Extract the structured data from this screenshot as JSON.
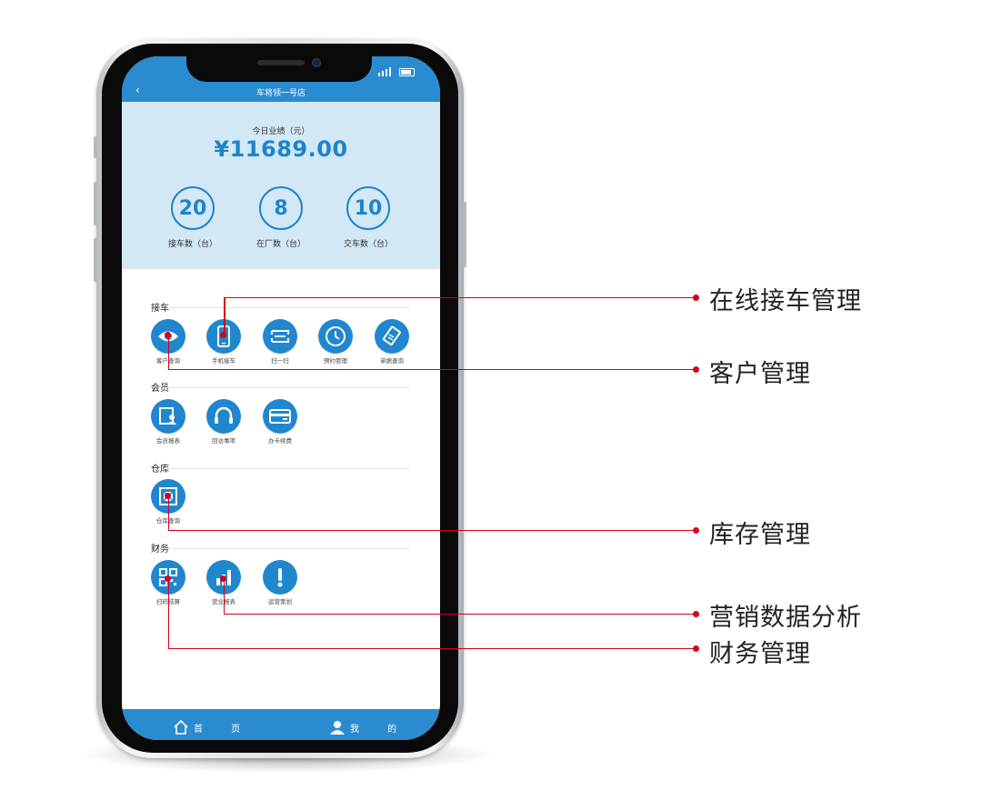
{
  "status_bar": {
    "signal_icon": "signal-bars-icon",
    "battery_icon": "battery-icon"
  },
  "header": {
    "back_icon": "chevron-left-icon",
    "title": "车将领一号店"
  },
  "summary": {
    "label": "今日业绩（元）",
    "amount": "¥11689.00",
    "stats": [
      {
        "value": "20",
        "label": "接车数（台）"
      },
      {
        "value": "8",
        "label": "在厂数（台）"
      },
      {
        "value": "10",
        "label": "交车数（台）"
      }
    ]
  },
  "sections": [
    {
      "title": "接车",
      "items": [
        {
          "label": "客户查询",
          "icon": "eye-icon"
        },
        {
          "label": "手机接车",
          "icon": "phone-icon"
        },
        {
          "label": "扫一扫",
          "icon": "scan-icon"
        },
        {
          "label": "预约管理",
          "icon": "clock-icon"
        },
        {
          "label": "单据查询",
          "icon": "document-icon"
        }
      ]
    },
    {
      "title": "会员",
      "items": [
        {
          "label": "会员报表",
          "icon": "member-report-icon"
        },
        {
          "label": "回访事项",
          "icon": "headset-icon"
        },
        {
          "label": "办卡续费",
          "icon": "card-icon"
        }
      ]
    },
    {
      "title": "仓库",
      "items": [
        {
          "label": "仓库查询",
          "icon": "warehouse-icon"
        }
      ]
    },
    {
      "title": "财务",
      "items": [
        {
          "label": "扫码结算",
          "icon": "qr-code-icon"
        },
        {
          "label": "营业报表",
          "icon": "bar-chart-icon"
        },
        {
          "label": "运营策划",
          "icon": "exclamation-icon"
        }
      ]
    }
  ],
  "bottom_nav": [
    {
      "label": "首 页",
      "icon": "home-icon"
    },
    {
      "label": "我 的",
      "icon": "user-icon"
    }
  ],
  "callouts": [
    "在线接车管理",
    "客户管理",
    "库存管理",
    "营销数据分析",
    "财务管理"
  ],
  "colors": {
    "primary": "#2a8bd0",
    "summary_bg": "#d3e8f5",
    "annotation": "#d4001c"
  }
}
